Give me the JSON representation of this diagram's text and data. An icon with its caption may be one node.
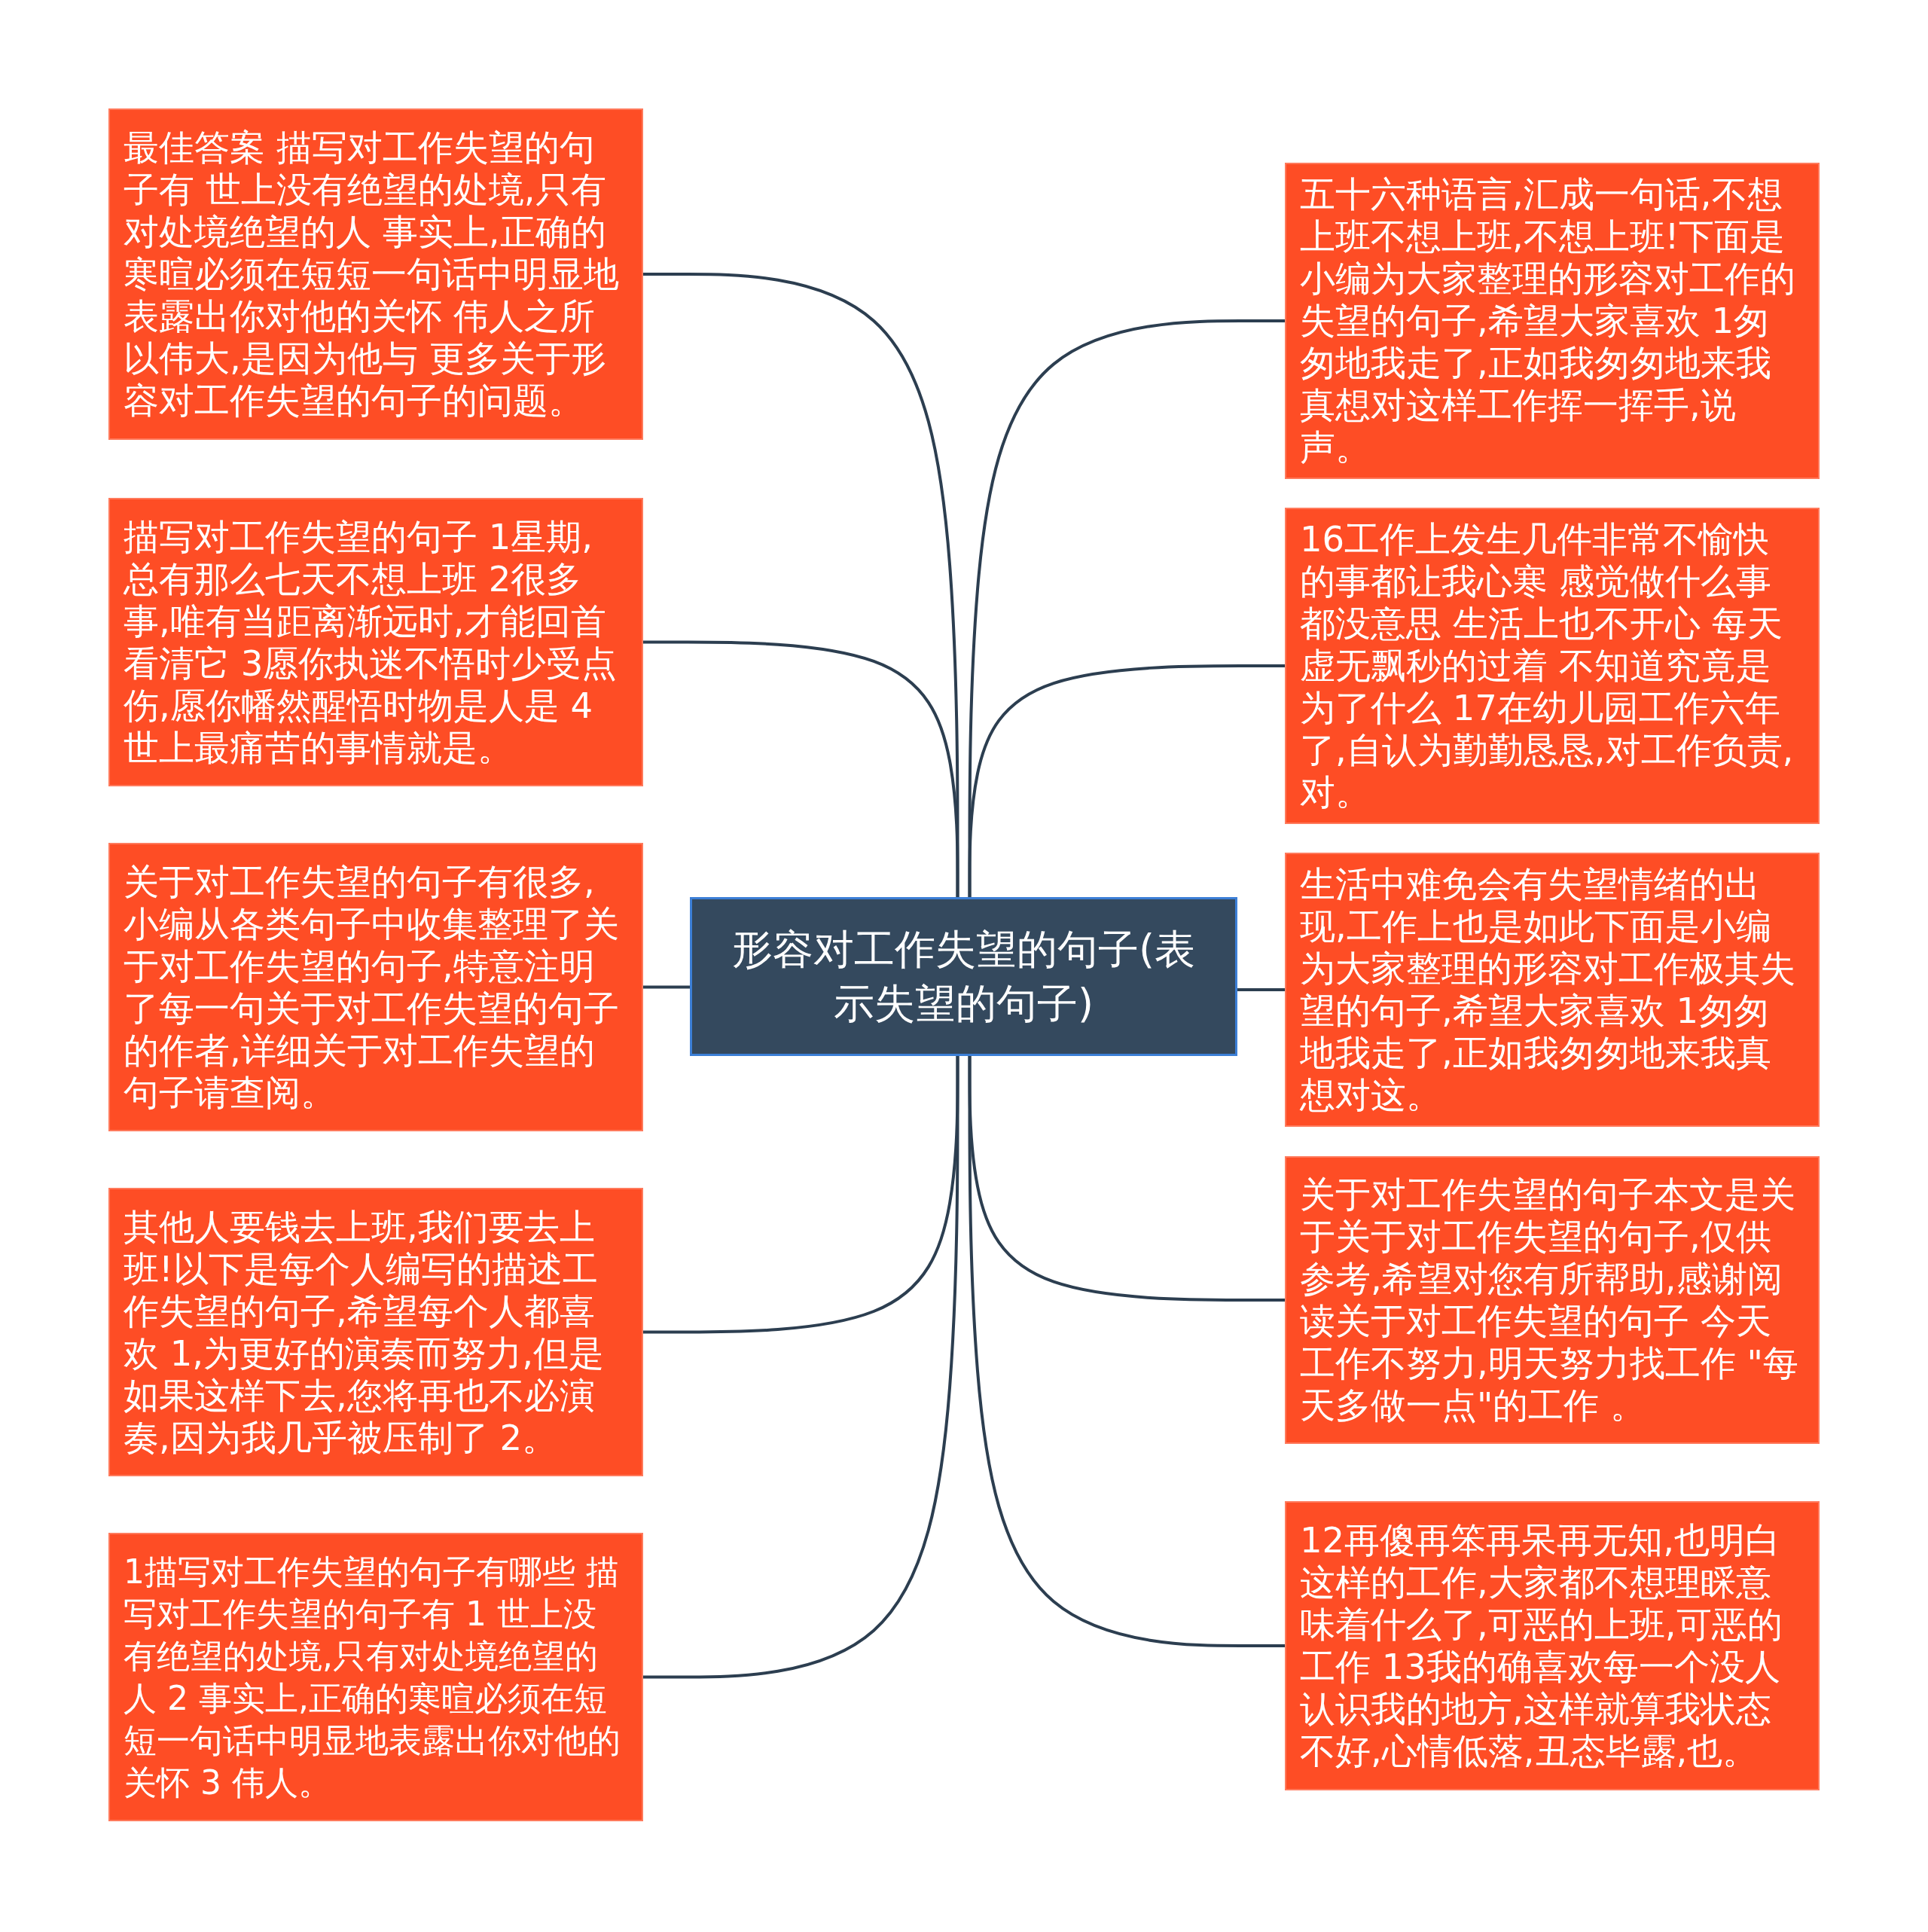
{
  "diagram": {
    "nodes": [
      {
        "text": [
          "形容对工作失望的句子(表示失望的句子)"
        ]
      },
      {
        "text": [
          "最佳答案 描写对工作失望的句子有 世上没有绝望的处境,只有对处境绝望的人 事实上,正确的寒暄必须在短短一句话中明显地表露出你对他的关怀 伟人之所以伟大,是因为他与 更多关于形容对工作失望的句子的问题。"
        ]
      },
      {
        "text": [
          "描写对工作失望的句子 1星期,总有那么七天不想上班 2很多事,唯有当距离渐远时,才能回首看清它 3愿你执迷不悟时少受点伤,愿你幡然醒悟时物是人是 4世上最痛苦的事情就是。"
        ]
      },
      {
        "text": [
          "关于对工作失望的句子有很多,小编从各类句子中收集整理了关于对工作失望的句子,特意注明了每一句关于对工作失望的句子的作者,详细关于对工作失望的句子请查阅。"
        ]
      },
      {
        "text": [
          "其他人要钱去上班,我们要去上班!以下是每个人编写的描述工作失望的句子,希望每个人都喜欢 1,为更好的演奏而努力,但是如果这样下去,您将再也不必演奏,因为我几乎被压制了 2。"
        ]
      },
      {
        "text": [
          "1描写对工作失望的句子有哪些 描写对工作失望的句子有 1 世上没有绝望的处境,只有对处境绝望的人 2 事实上,正确的寒暄必须在短短一句话中明显地表露出你对他的关怀 3 伟人。"
        ]
      },
      {
        "text": [
          "五十六种语言,汇成一句话,不想上班不想上班,不想上班!下面是小编为大家整理的形容对工作的失望的句子,希望大家喜欢 1匆匆地我走了,正如我匆匆地来我真想对这样工作挥一挥手,说声。"
        ]
      },
      {
        "text": [
          "16工作上发生几件非常不愉快的事都让我心寒 感觉做什么事都没意思 生活上也不开心 每天虚无飘秒的过着 不知道究竟是为了什么 17在幼儿园工作六年了,自认为勤勤恳恳,对工作负责,对。"
        ]
      },
      {
        "text": [
          "生活中难免会有失望情绪的出现,工作上也是如此下面是小编为大家整理的形容对工作极其失望的句子,希望大家喜欢 1匆匆地我走了,正如我匆匆地来我真想对这。"
        ]
      },
      {
        "text": [
          "关于对工作失望的句子本文是关于关于对工作失望的句子,仅供参考,希望对您有所帮助,感谢阅读关于对工作失望的句子 今天工作不努力,明天努力找工作 \"每天多做一点\"的工作 。"
        ]
      },
      {
        "text": [
          "12再傻再笨再呆再无知,也明白这样的工作,大家都不想理睬意味着什么了,可恶的上班,可恶的工作 13我的确喜欢每一个没人认识我的地方,这样就算我状态不好,心情低落,丑态毕露,也。"
        ]
      }
    ],
    "edges": [
      {
        "from": 0,
        "to": 1,
        "arrow": "none"
      },
      {
        "from": 0,
        "to": 2,
        "arrow": "none"
      },
      {
        "from": 0,
        "to": 3,
        "arrow": "none"
      },
      {
        "from": 0,
        "to": 4,
        "arrow": "none"
      },
      {
        "from": 0,
        "to": 5,
        "arrow": "none"
      },
      {
        "from": 0,
        "to": 6,
        "arrow": "none"
      },
      {
        "from": 0,
        "to": 7,
        "arrow": "none"
      },
      {
        "from": 0,
        "to": 8,
        "arrow": "none"
      },
      {
        "from": 0,
        "to": 9,
        "arrow": "none"
      },
      {
        "from": 0,
        "to": 10,
        "arrow": "none"
      }
    ]
  }
}
